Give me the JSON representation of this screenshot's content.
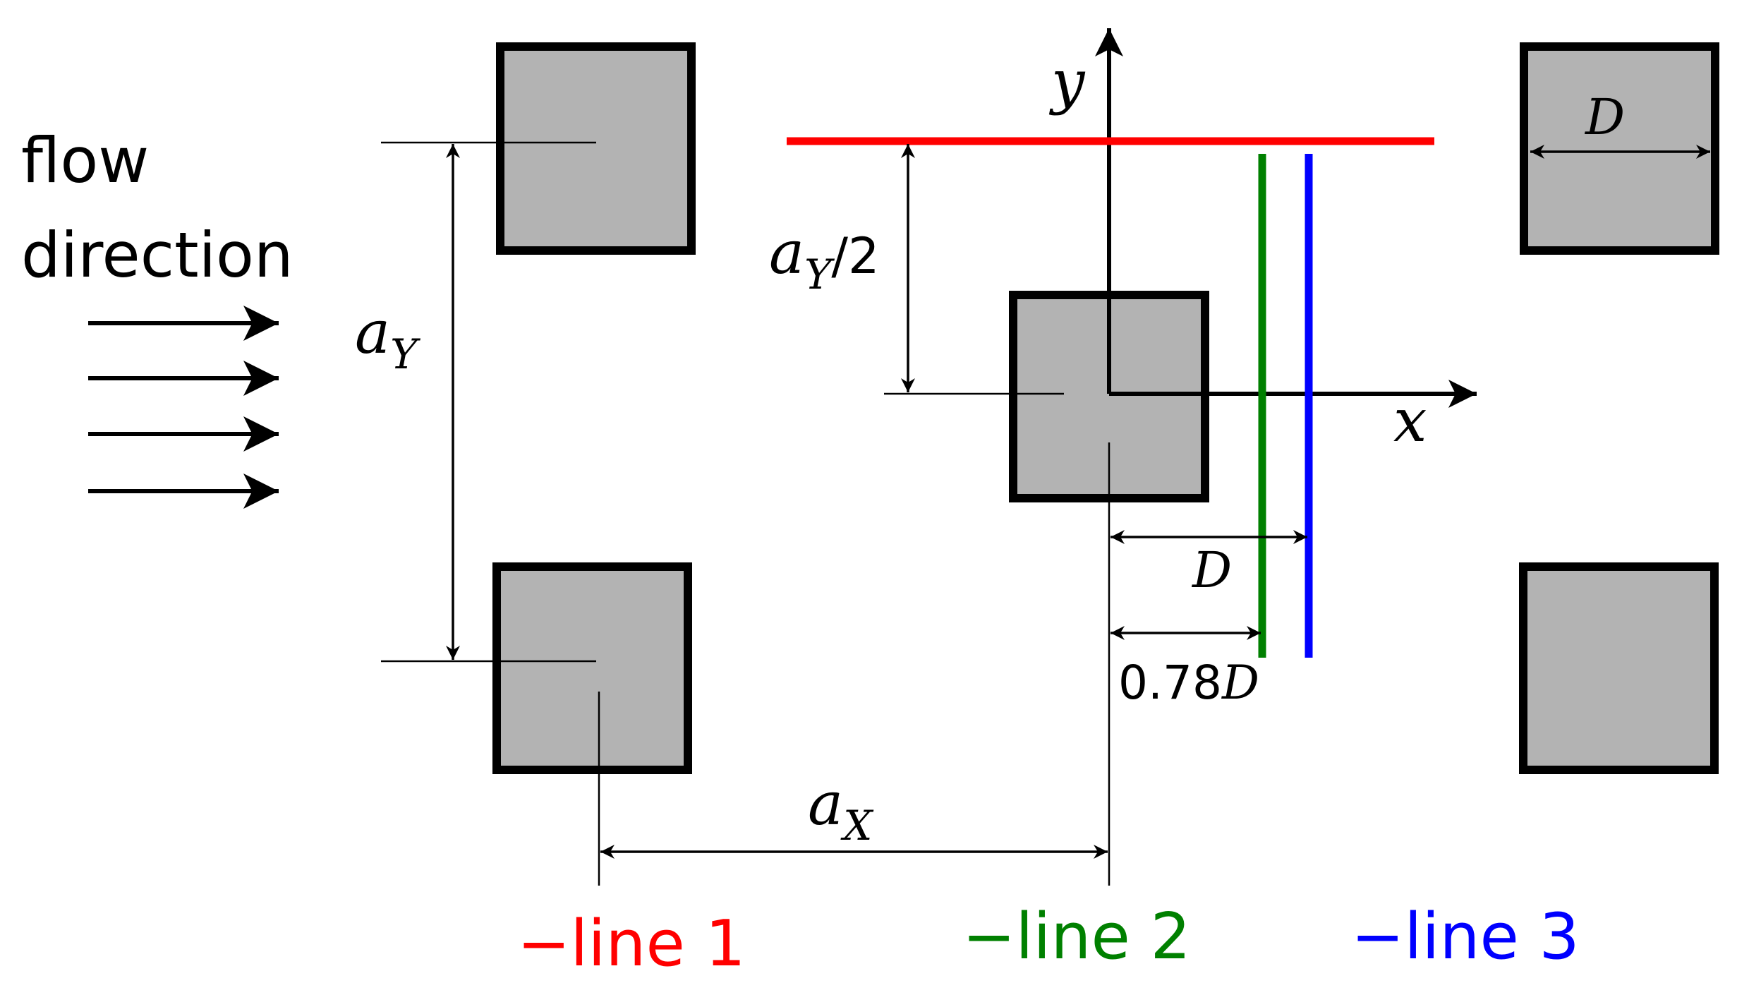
{
  "flow_label": {
    "line1": "flow",
    "line2": "direction"
  },
  "axes": {
    "x": "x",
    "y": "y"
  },
  "dimensions": {
    "a_y": {
      "var": "a",
      "sub": "Y"
    },
    "a_y_half": {
      "var": "a",
      "sub": "Y",
      "suffix": "/2"
    },
    "a_x": {
      "var": "a",
      "sub": "X"
    },
    "d_square": "D",
    "d_line3": "D",
    "d_line2": {
      "number": "0.78",
      "var": "D"
    }
  },
  "legend": [
    {
      "marker": "−",
      "label": "line 1",
      "color": "#ff0000"
    },
    {
      "marker": "−",
      "label": "line 2",
      "color": "#008000"
    },
    {
      "marker": "−",
      "label": "line 3",
      "color": "#0000ff"
    }
  ],
  "colors": {
    "square_fill": "#b3b3b3",
    "line1": "#ff0000",
    "line2": "#008000",
    "line3": "#0000ff"
  }
}
